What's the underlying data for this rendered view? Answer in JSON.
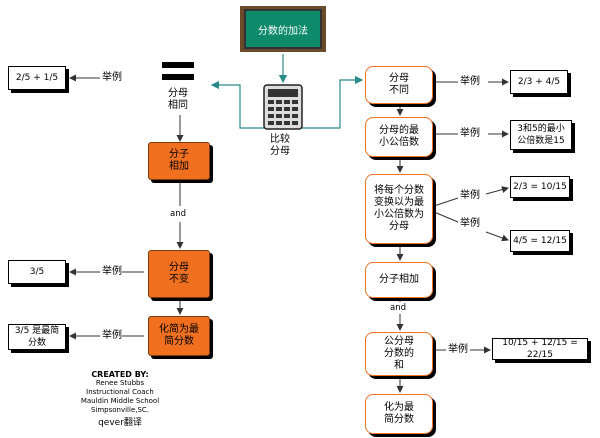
{
  "title": "分数的加法",
  "compare": "比较\n分母",
  "left": {
    "same_denominator": "分母\n相同",
    "add_numerators": "分子\n相加",
    "and": "and",
    "keep_denominator": "分母\n不变",
    "simplify": "化简为最\n简分数",
    "example_label": "举例",
    "example1": "2/5 + 1/5",
    "example2": "3/5",
    "example3": "3/5 是最简\n分数"
  },
  "right": {
    "diff_denominator": "分母\n不同",
    "lcm": "分母的最\n小公倍数",
    "convert": "将每个分数\n变换以为最\n小公倍数为\n分母",
    "add_numerators": "分子相加",
    "and": "and",
    "sum": "公分母\n分数的\n和",
    "simplify": "化为最\n简分数",
    "example_label": "举例",
    "example1": "2/3 + 4/5",
    "example2": "3和5的最小\n公倍数是15",
    "example3a": "2/3 = 10/15",
    "example3b": "4/5 = 12/15",
    "example4": "10/15 + 12/15 = 22/15"
  },
  "credits": {
    "heading": "CREATED BY:",
    "name": "Renee Stubbs",
    "role": "Instructional Coach",
    "school": "Mauldin Middle School",
    "city": "Simpsonville,SC.",
    "translator": "qever翻译"
  },
  "colors": {
    "accent": "#f07020",
    "wire": "#2a8a8a",
    "board": "#0c8a6a"
  }
}
